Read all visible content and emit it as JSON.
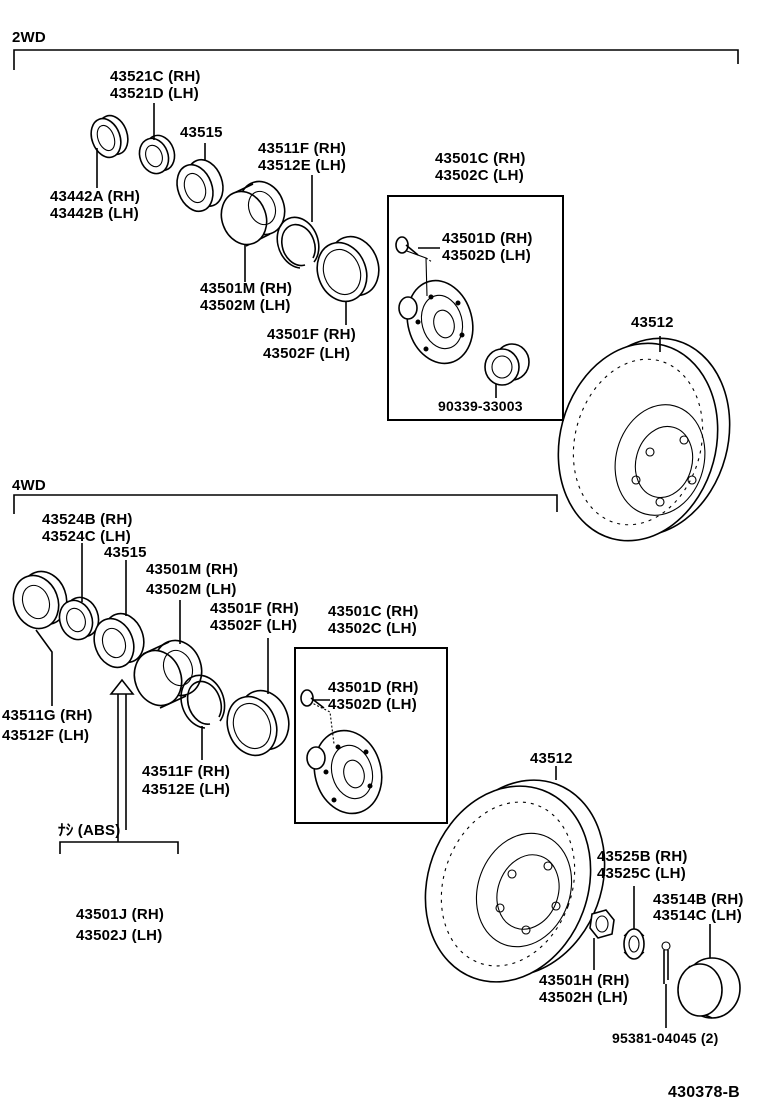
{
  "sections": {
    "twowd": "2WD",
    "fourwd": "4WD",
    "abs_note": "ﾅｼ (ABS)"
  },
  "parts_2wd": {
    "seal_outer": [
      "43521C (RH)",
      "43521D (LH)"
    ],
    "bearing_outer": "43515",
    "oil_seal": [
      "43442A (RH)",
      "43442B (LH)"
    ],
    "snap_ring": [
      "43511F (RH)",
      "43512E (LH)"
    ],
    "hub_bearing": [
      "43501M (RH)",
      "43502M (LH)"
    ],
    "seal_inner": [
      "43501F (RH)",
      "43502F (LH)"
    ],
    "hub_assy": [
      "43501C (RH)",
      "43502C (LH)"
    ],
    "hub_bolt": [
      "43501D (RH)",
      "43502D (LH)"
    ],
    "nut": "90339-33003",
    "disc": "43512"
  },
  "parts_4wd": {
    "seal_a": [
      "43524B (RH)",
      "43524C (LH)"
    ],
    "bearing_outer": "43515",
    "hub_bearing": [
      "43501M (RH)",
      "43502M (LH)"
    ],
    "seal_inner": [
      "43501F (RH)",
      "43502F (LH)"
    ],
    "hub_assy": [
      "43501C (RH)",
      "43502C (LH)"
    ],
    "hub_bolt": [
      "43501D (RH)",
      "43502D (LH)"
    ],
    "oil_seal": [
      "43511G (RH)",
      "43512F (LH)"
    ],
    "snap_ring": [
      "43511F (RH)",
      "43512E (LH)"
    ],
    "abs_seal": [
      "43501J (RH)",
      "43502J (LH)"
    ],
    "disc": "43512",
    "lock_cap": [
      "43525B (RH)",
      "43525C (LH)"
    ],
    "grease_cap": [
      "43514B (RH)",
      "43514C (LH)"
    ],
    "hub_nut": [
      "43501H (RH)",
      "43502H (LH)"
    ],
    "cotter_pin": "95381-04045 (2)"
  },
  "diagram_id": "430378-B"
}
